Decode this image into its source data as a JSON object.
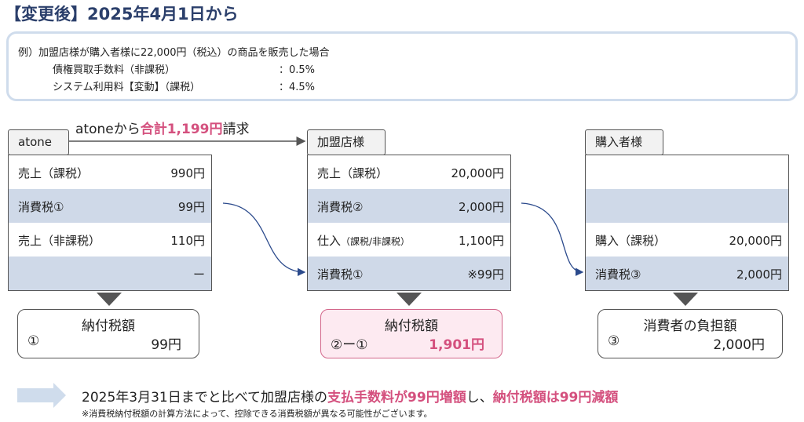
{
  "title": "【変更後】2025年4月1日から",
  "example": {
    "line1": "例）加盟店様が購入者様に22,000円（税込）の商品を販売した場合",
    "fee1_label": "債権買取手数料（非課税）",
    "fee1_value": "：0.5%",
    "fee2_label": "システム利用料【変動】（課税）",
    "fee2_value": "：4.5%"
  },
  "flow": {
    "prefix": "atoneから",
    "highlight": "合計1,199円",
    "suffix": "請求"
  },
  "columns": [
    {
      "label": "atone",
      "rows": [
        {
          "left": "売上（課税）",
          "right": "990円",
          "shade": false
        },
        {
          "left": "消費税①",
          "right": "99円",
          "shade": true
        },
        {
          "left": "売上（非課税）",
          "right": "110円",
          "shade": false
        },
        {
          "left": "",
          "right": "ー",
          "shade": true
        }
      ],
      "result": {
        "title": "納付税額",
        "formula": "①",
        "value": "99円"
      }
    },
    {
      "label": "加盟店様",
      "rows": [
        {
          "left": "売上（課税）",
          "right": "20,000円",
          "shade": false
        },
        {
          "left": "消費税②",
          "right": "2,000円",
          "shade": true
        },
        {
          "left": "仕入",
          "left_small": "（課税/非課税）",
          "right": "1,100円",
          "shade": false
        },
        {
          "left": "消費税①",
          "right": "※99円",
          "shade": true
        }
      ],
      "result": {
        "title": "納付税額",
        "formula": "②ー①",
        "value": "1,901円"
      }
    },
    {
      "label": "購入者様",
      "rows": [
        {
          "left": "",
          "right": "",
          "shade": false
        },
        {
          "left": "",
          "right": "",
          "shade": true
        },
        {
          "left": "購入（課税）",
          "right": "20,000円",
          "shade": false
        },
        {
          "left": "消費税③",
          "right": "2,000円",
          "shade": true
        }
      ],
      "result": {
        "title": "消費者の負担額",
        "formula": "③",
        "value": "2,000円"
      }
    }
  ],
  "summary": {
    "part1": "2025年3月31日までと比べて加盟店様の",
    "part2": "支払手数料が99円増額",
    "part3": "し、",
    "part4": "納付税額は99円減額",
    "note": "※消費税納付税額の計算方法によって、控除できる消費税額が異なる可能性がございます。"
  },
  "colors": {
    "accent_pink": "#d4507e",
    "row_blue": "#cfd9e8",
    "title_navy": "#2b3f6b",
    "arrow_blue": "#cfdcec"
  }
}
